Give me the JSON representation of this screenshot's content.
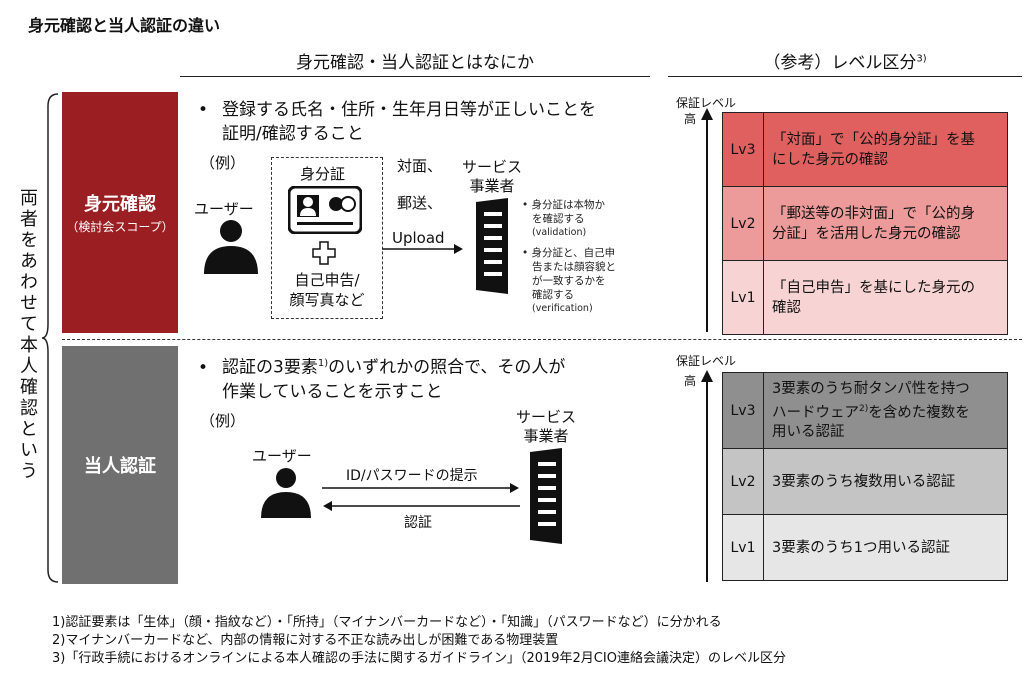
{
  "title": "身元確認と当人認証の違い",
  "headers": {
    "main": "身元確認・当人認証とはなにか",
    "ref": "（参考）レベル区分",
    "ref_sup": "3)"
  },
  "sidebar": "両者をあわせて本人確認という",
  "identity": {
    "label": "身元確認",
    "sub": "（検討会スコープ）",
    "bullet_line1": "登録する氏名・住所・生年月日等が正しいことを",
    "bullet_line2": "証明/確認すること",
    "example": "（例）",
    "user": "ユーザー",
    "id_card": "身分証",
    "self_report_l1": "自己申告/",
    "self_report_l2": "顔写真など",
    "ch_face": "対面、",
    "ch_mail": "郵送、",
    "ch_upload": "Upload",
    "provider_l1": "サービス",
    "provider_l2": "事業者",
    "note1_l1": "身分証は本物か",
    "note1_l2": "を確認する",
    "note1_l3": "(validation)",
    "note2_l1": "身分証と、自己申",
    "note2_l2": "告または顔容貌と",
    "note2_l3": "が一致するかを",
    "note2_l4": "確認する",
    "note2_l5": "(verification)"
  },
  "auth": {
    "label": "当人認証",
    "bullet_a": "認証の3要素",
    "bullet_sup": "1)",
    "bullet_b": "のいずれかの照合で、その人が",
    "bullet_line2": "作業していることを示すこと",
    "example": "（例）",
    "user": "ユーザー",
    "arrow_top": "ID/パスワードの提示",
    "arrow_bottom": "認証",
    "provider_l1": "サービス",
    "provider_l2": "事業者"
  },
  "levels_identity": {
    "axis": "保証レベル",
    "high": "高",
    "rows": [
      {
        "lv": "Lv3",
        "l1": "「対面」で「公的身分証」を基",
        "l2": "にした身元の確認",
        "color": "#e06060"
      },
      {
        "lv": "Lv2",
        "l1": "「郵送等の非対面」で「公的身",
        "l2": "分証」を活用した身元の確認",
        "color": "#ec9a9a"
      },
      {
        "lv": "Lv1",
        "l1": "「自己申告」を基にした身元の",
        "l2": "確認",
        "color": "#f7d3d3"
      }
    ]
  },
  "levels_auth": {
    "axis": "保証レベル",
    "high": "高",
    "rows": [
      {
        "lv": "Lv3",
        "l1": "3要素のうち耐タンパ性を持つ",
        "l2a": "ハードウェア",
        "sup": "2)",
        "l2b": "を含めた複数を",
        "l3": "用いる認証",
        "color": "#8f8f8f"
      },
      {
        "lv": "Lv2",
        "l1": "3要素のうち複数用いる認証",
        "color": "#c4c4c4"
      },
      {
        "lv": "Lv1",
        "l1": "3要素のうち1つ用いる認証",
        "color": "#e6e6e6"
      }
    ]
  },
  "footnotes": [
    "1)認証要素は「生体」（顔・指紋など）・「所持」（マイナンバーカードなど）・「知識」（パスワードなど）に分かれる",
    "2)マイナンバーカードなど、内部の情報に対する不正な読み出しが困難である物理装置",
    "3)「行政手続におけるオンラインによる本人確認の手法に関するガイドライン」（2019年2月CIO連絡会議決定）のレベル区分"
  ],
  "colors": {
    "identity_box": "#9b1f22",
    "auth_box": "#707070"
  }
}
